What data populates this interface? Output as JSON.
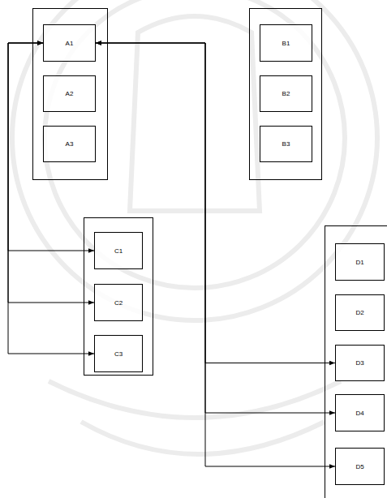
{
  "diagram": {
    "nodes": [
      {
        "text": []
      },
      {
        "text": [
          "A1"
        ],
        "in": 0
      },
      {
        "text": [
          "A2"
        ],
        "in": 0
      },
      {
        "text": [
          "A3"
        ],
        "in": 0
      },
      {
        "text": []
      },
      {
        "text": [
          "B1"
        ],
        "in": 4
      },
      {
        "text": [
          "B2"
        ],
        "in": 4
      },
      {
        "text": [
          "B3"
        ],
        "in": 4
      },
      {
        "text": []
      },
      {
        "text": [
          "C1"
        ],
        "in": 8
      },
      {
        "text": [
          "C2"
        ],
        "in": 8
      },
      {
        "text": [
          "C3"
        ],
        "in": 8
      },
      {
        "text": []
      },
      {
        "text": [
          "D1"
        ],
        "in": 12
      },
      {
        "text": [
          "D2"
        ],
        "in": 12
      },
      {
        "text": [
          "D3"
        ],
        "in": 12
      },
      {
        "text": [
          "D4"
        ],
        "in": 12
      },
      {
        "text": [
          "D5"
        ],
        "in": 12
      }
    ],
    "edges": [
      {
        "from": 1,
        "to": 9,
        "arrow": "both"
      },
      {
        "from": 1,
        "to": 10,
        "arrow": "both"
      },
      {
        "from": 1,
        "to": 11,
        "arrow": "both"
      },
      {
        "from": 1,
        "to": 15,
        "arrow": "both"
      },
      {
        "from": 1,
        "to": 16,
        "arrow": "both"
      },
      {
        "from": 1,
        "to": 17,
        "arrow": "both"
      }
    ]
  }
}
